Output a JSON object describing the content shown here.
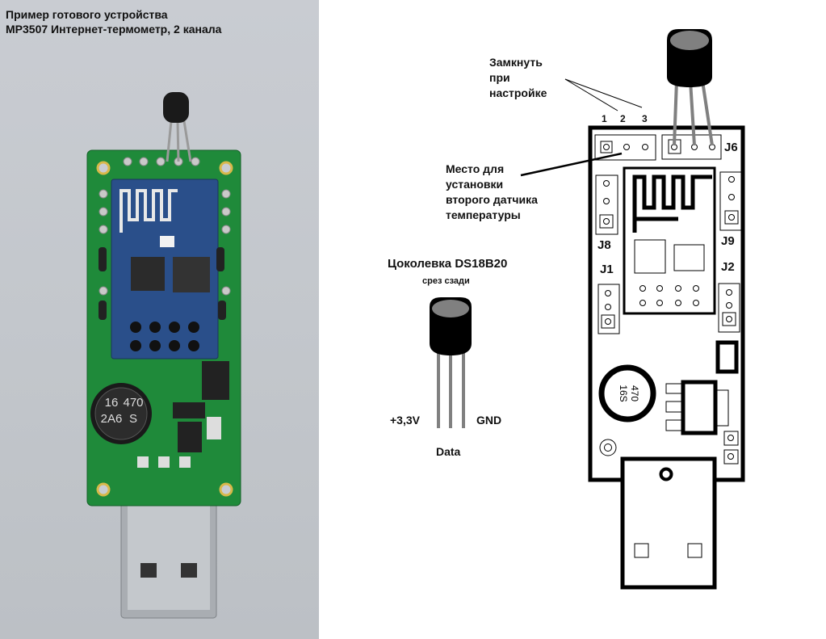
{
  "photo": {
    "title_line1": "Пример готового устройства",
    "title_line2": "MP3507 Интернет-термометр, 2 канала",
    "capacitor_marking": [
      "470",
      "16",
      "S",
      "2A6"
    ],
    "pcb_color": "#1f8a3a"
  },
  "diagram": {
    "close_note": [
      "Замкнуть",
      "при",
      "настройке"
    ],
    "pin_numbers": [
      "1",
      "2",
      "3"
    ],
    "second_sensor_note": [
      "Место для",
      "установки",
      "второго датчика",
      "температуры"
    ],
    "connectors": {
      "j6": "J6",
      "j8": "J8",
      "j9": "J9",
      "j1": "J1",
      "j2": "J2"
    },
    "capacitor_marking": [
      "470",
      "16S"
    ]
  },
  "pinout": {
    "title": "Цоколевка DS18B20",
    "subtitle": "срез сзади",
    "pin_left": "+3,3V",
    "pin_middle": "Data",
    "pin_right": "GND"
  }
}
